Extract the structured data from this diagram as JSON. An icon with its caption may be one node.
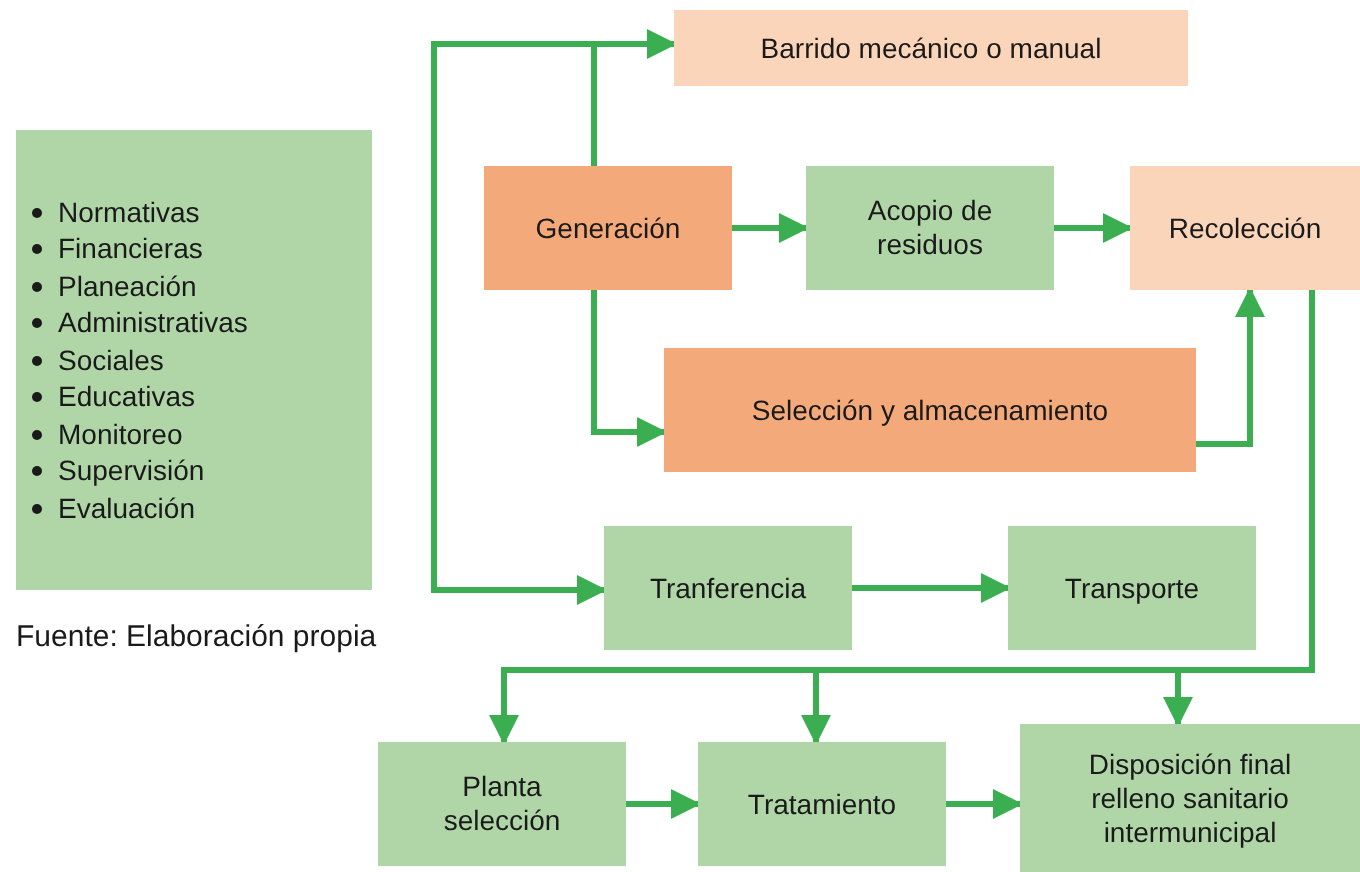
{
  "diagram": {
    "nodes": [
      {
        "text": [
          "Normativas",
          "Financieras",
          "Planeación",
          "Administrativas",
          "Sociales",
          "Educativas",
          "Monitoreo",
          "Supervisión",
          "Evaluación"
        ]
      },
      {
        "text": [
          "Barrido mecánico o manual"
        ]
      },
      {
        "text": [
          "Generación"
        ]
      },
      {
        "text": [
          "Acopio de residuos"
        ]
      },
      {
        "text": [
          "Recolección"
        ]
      },
      {
        "text": [
          "Selección y almacenamiento"
        ]
      },
      {
        "text": [
          "Tranferencia"
        ]
      },
      {
        "text": [
          "Transporte"
        ]
      },
      {
        "text": [
          "Planta selección"
        ]
      },
      {
        "text": [
          "Tratamiento"
        ]
      },
      {
        "text": [
          "Disposición final relleno sanitario intermunicipal"
        ]
      }
    ],
    "edges": [
      {
        "from": 2,
        "to": 1,
        "arrow": "to"
      },
      {
        "from": 2,
        "to": 6,
        "arrow": "to"
      },
      {
        "from": 2,
        "to": 3,
        "arrow": "to"
      },
      {
        "from": 3,
        "to": 4,
        "arrow": "to"
      },
      {
        "from": 2,
        "to": 5,
        "arrow": "to"
      },
      {
        "from": 5,
        "to": 4,
        "arrow": "to"
      },
      {
        "from": 6,
        "to": 7,
        "arrow": "to"
      },
      {
        "from": 4,
        "to": 8,
        "arrow": "to"
      },
      {
        "from": 4,
        "to": 9,
        "arrow": "to"
      },
      {
        "from": 4,
        "to": 10,
        "arrow": "to"
      },
      {
        "from": 8,
        "to": 9,
        "arrow": "to"
      },
      {
        "from": 9,
        "to": 10,
        "arrow": "to"
      }
    ],
    "labels": [
      "Fuente: Elaboración propia"
    ]
  }
}
